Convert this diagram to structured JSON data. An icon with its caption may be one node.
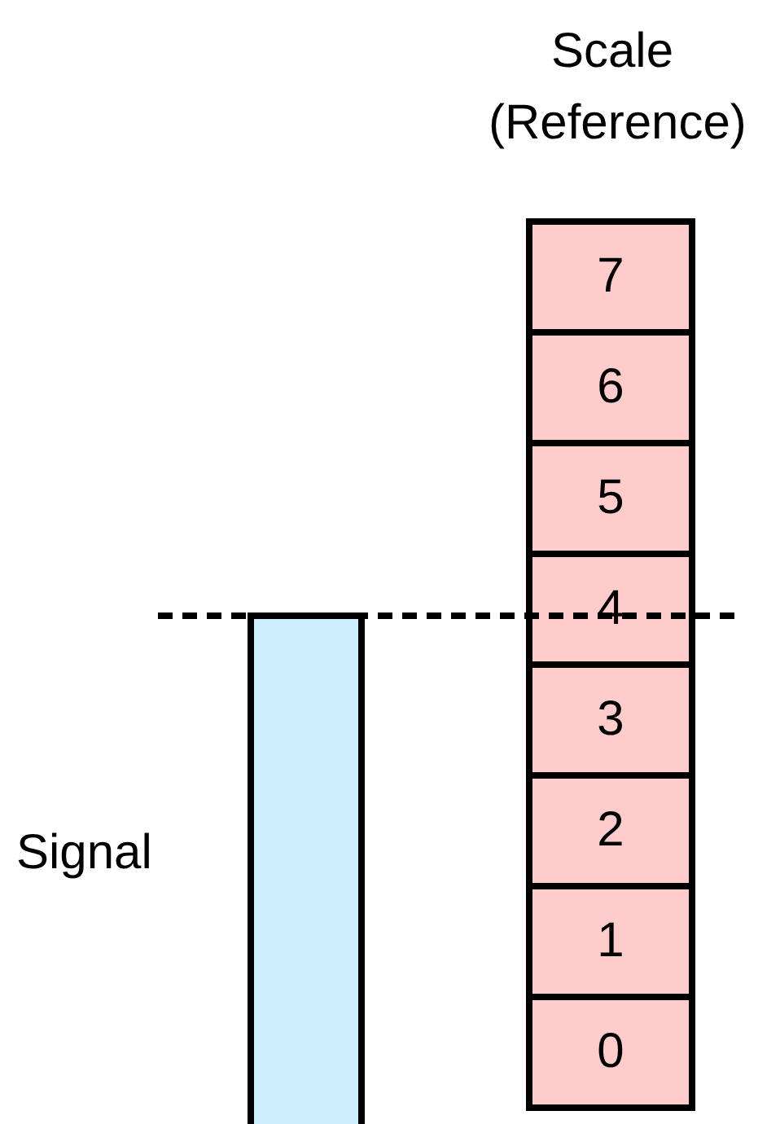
{
  "diagram": {
    "nodes": [
      {
        "text": [
          "Scale (Reference)"
        ]
      },
      {
        "text": [
          "7"
        ],
        "in": 0
      },
      {
        "text": [
          "6"
        ],
        "in": 0
      },
      {
        "text": [
          "5"
        ],
        "in": 0
      },
      {
        "text": [
          "4"
        ],
        "in": 0
      },
      {
        "text": [
          "3"
        ],
        "in": 0
      },
      {
        "text": [
          "2"
        ],
        "in": 0
      },
      {
        "text": [
          "1"
        ],
        "in": 0
      },
      {
        "text": [
          "0"
        ],
        "in": 0
      },
      {
        "text": [],
        "shape": "bar",
        "beside": [
          "Signal"
        ]
      }
    ],
    "edges": []
  }
}
